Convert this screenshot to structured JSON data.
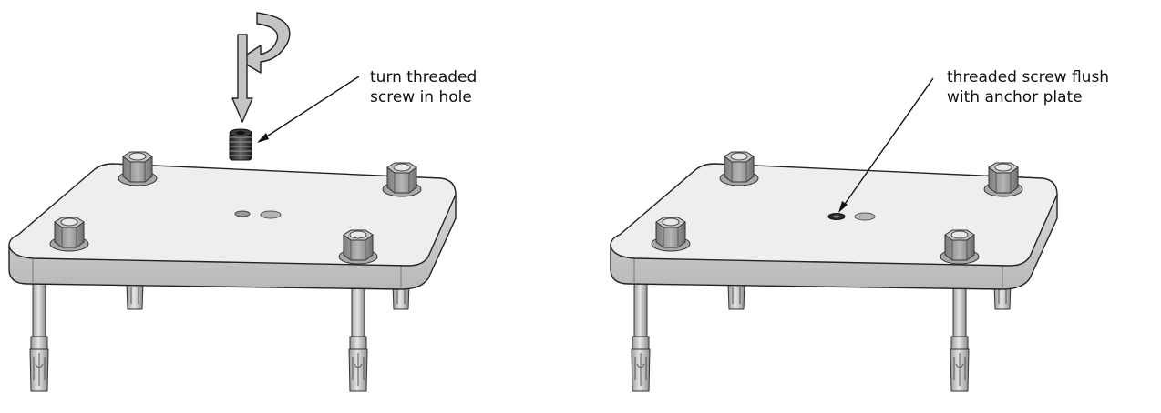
{
  "callouts": {
    "left": {
      "line1": "turn threaded",
      "line2": "screw in hole"
    },
    "right": {
      "line1": "threaded screw flush",
      "line2": "with anchor plate"
    }
  },
  "colors": {
    "plate_top": "#e8e8e8",
    "plate_edge": "#c8c8c8",
    "outline": "#222222",
    "nut": "#9a9a9a",
    "bolt": "#d0d0d0",
    "arrow_fill": "#c4c4c4"
  }
}
